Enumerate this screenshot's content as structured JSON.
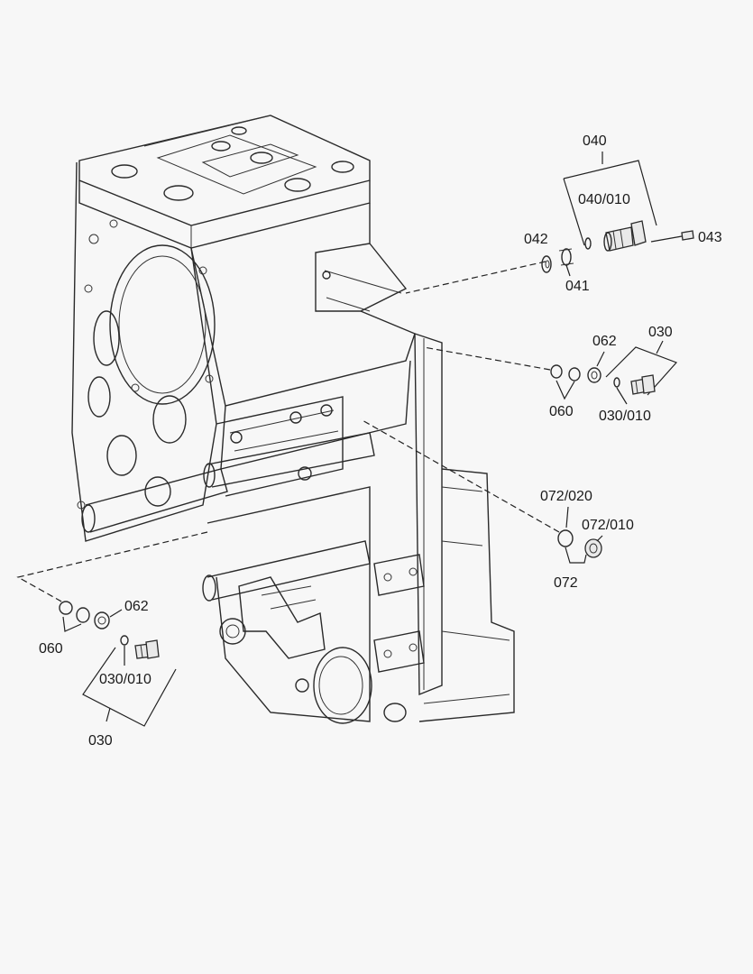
{
  "labels": {
    "l040": "040",
    "l040_010": "040/010",
    "l042": "042",
    "l041": "041",
    "l043": "043",
    "l062_top": "062",
    "l030_top": "030",
    "l060_top": "060",
    "l030_010_top": "030/010",
    "l072_020": "072/020",
    "l072_010": "072/010",
    "l072": "072",
    "l062_bottom": "062",
    "l060_bottom": "060",
    "l030_010_bottom": "030/010",
    "l030_bottom": "030"
  },
  "colors": {
    "background": "#f7f7f7",
    "line": "#2a2a2a"
  }
}
